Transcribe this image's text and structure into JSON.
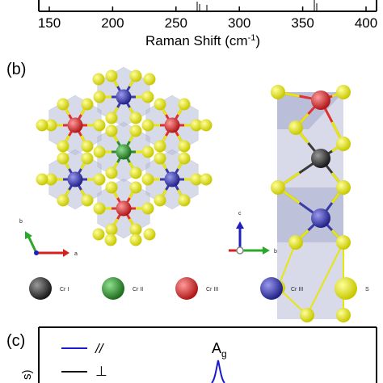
{
  "panel_a": {
    "x_ticks": [
      "150",
      "200",
      "250",
      "300",
      "350",
      "400"
    ],
    "x_label_text": "Raman Shift (cm",
    "x_label_sup": "-1",
    "x_label_close": ")"
  },
  "panel_b": {
    "label": "(b)",
    "axes_left": {
      "b": "b",
      "a": "a"
    },
    "axes_right": {
      "c": "c",
      "b": "b"
    },
    "legend": [
      {
        "name": "Cr I",
        "color": "#3a3a3a"
      },
      {
        "name": "Cr II",
        "color": "#2e8b2e"
      },
      {
        "name": "Cr III",
        "color": "#e03030"
      },
      {
        "name": "Cr III",
        "color": "#3a3aa8"
      },
      {
        "name": "S",
        "color": "#e6e610"
      }
    ]
  },
  "panel_c": {
    "label": "(c)",
    "legend": [
      {
        "name": "//",
        "color": "#1a1acc"
      },
      {
        "name": "⊥",
        "color": "#000000"
      }
    ],
    "peak_label": "A",
    "peak_sub": "g",
    "y_label_fragment": "s)"
  },
  "colors": {
    "cr1": "#3a3a3a",
    "cr2": "#2e8b2e",
    "cr3_red": "#e03030",
    "cr3_blue": "#3a3aa8",
    "sulfur": "#e6e610",
    "polyhedra": "#b8bcd8"
  }
}
